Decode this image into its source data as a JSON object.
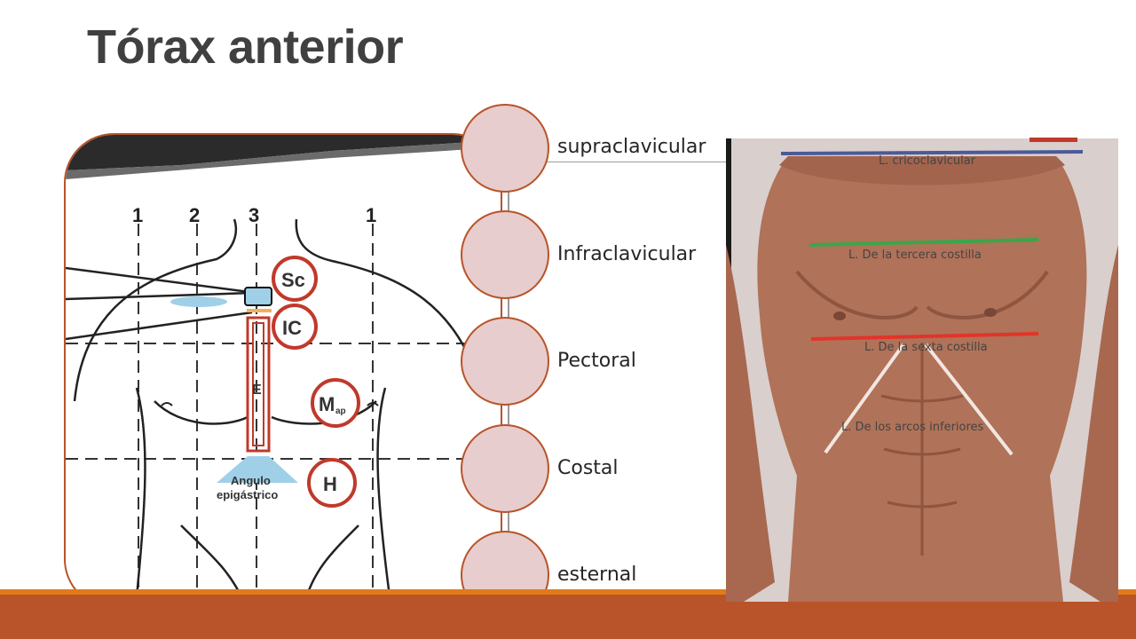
{
  "slide": {
    "title": "Tórax anterior"
  },
  "regions": [
    {
      "label": "supraclavicular"
    },
    {
      "label": "Infraclavicular"
    },
    {
      "label": "Pectoral"
    },
    {
      "label": "Costal"
    },
    {
      "label": "esternal"
    }
  ],
  "diagram": {
    "line_numbers": [
      "1",
      "2",
      "3",
      "1"
    ],
    "markers": [
      "Sc",
      "IC",
      "M",
      "H"
    ],
    "marker_sub": "ap",
    "sternum_letter": "E",
    "angle_label_1": "Angulo",
    "angle_label_2": "epigástrico"
  },
  "photo_lines": [
    {
      "label": "L. cricoclavicular",
      "color": "#4a5a9a"
    },
    {
      "label": "L. De la tercera costilla",
      "color": "#3aa64a"
    },
    {
      "label": "L. De la sexta costilla",
      "color": "#e2342a"
    },
    {
      "label": "L. De los arcos inferiores",
      "color": "#f2e6e0"
    }
  ],
  "colors": {
    "accent": "#b8532a",
    "accent_orange": "#e07b1a",
    "node_fill": "#e7cdcd",
    "title": "#404040"
  }
}
